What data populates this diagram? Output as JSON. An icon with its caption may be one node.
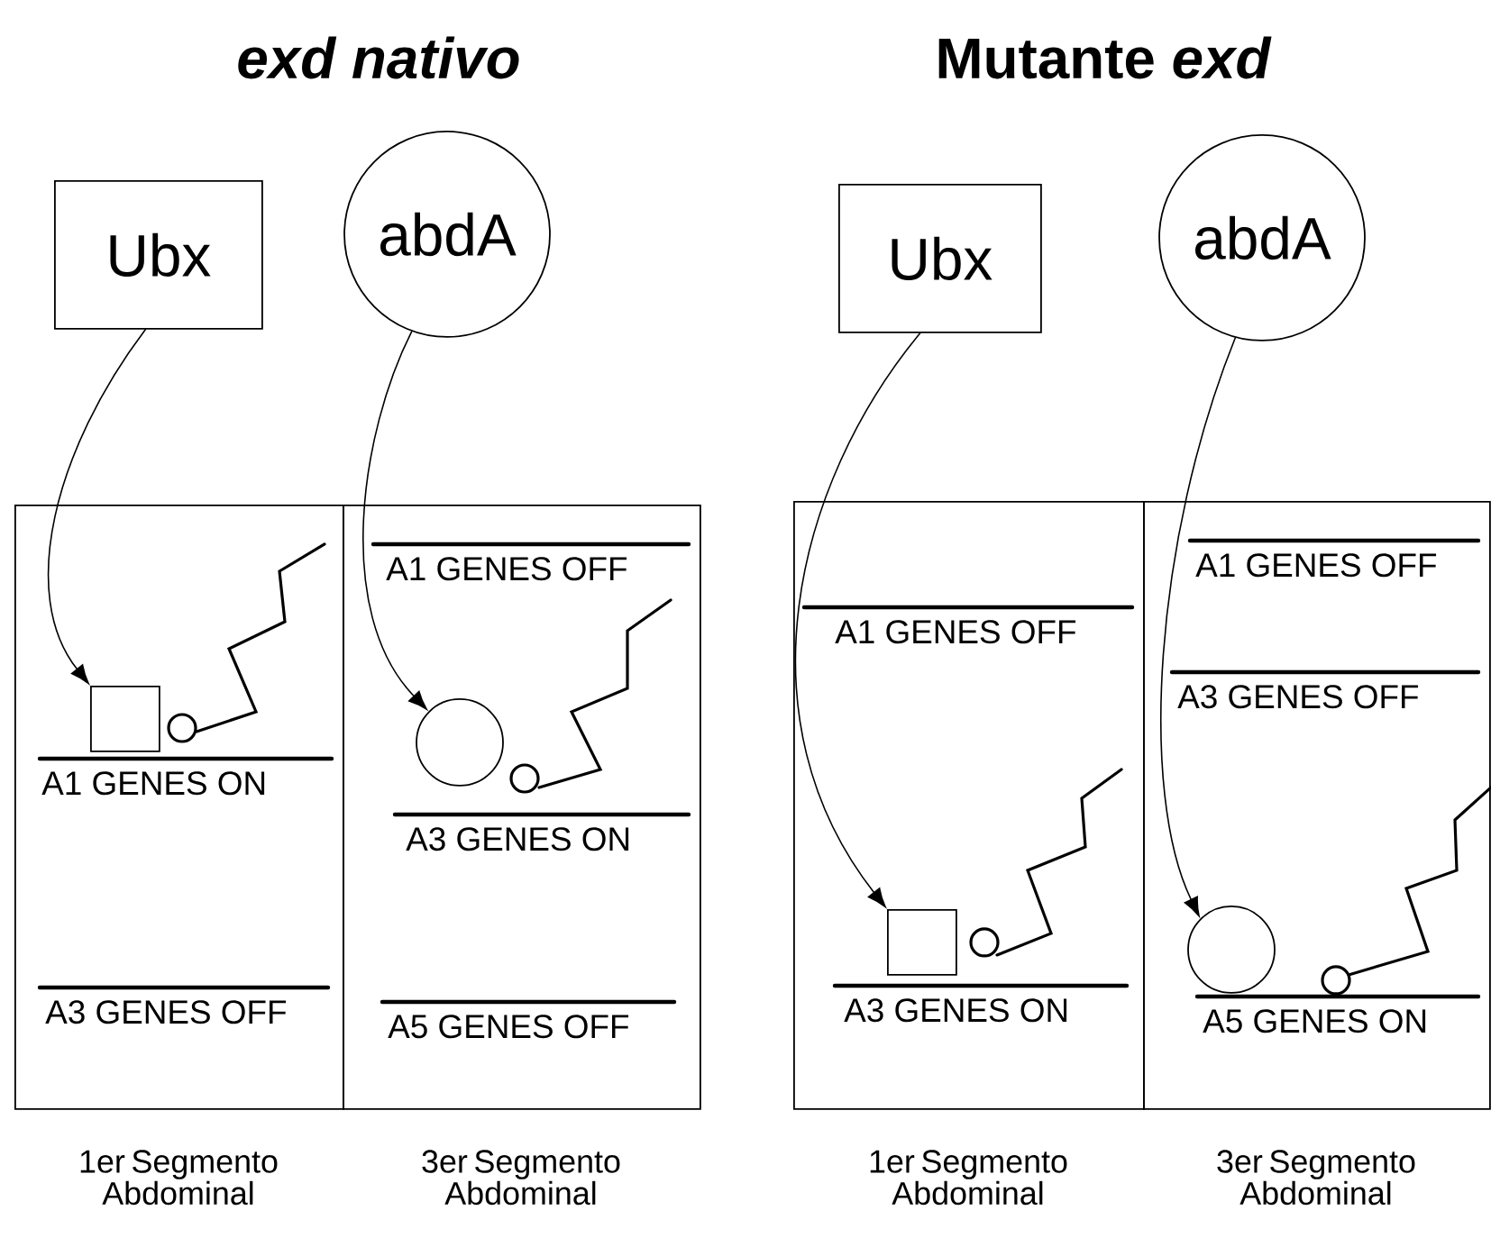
{
  "diagram": {
    "nodes": [
      {
        "text": [
          "Ubx"
        ]
      },
      {
        "text": [
          "abdA"
        ]
      },
      {
        "text": [
          "A1 GENES ON",
          "A3 GENES OFF"
        ],
        "beside": [
          "1er Segmento Abdominal"
        ]
      },
      {
        "text": [],
        "shape": "box",
        "in": 2
      },
      {
        "text": [
          "A1 GENES OFF",
          "A3 GENES ON",
          "A5 GENES OFF"
        ],
        "beside": [
          "3er Segmento Abdominal"
        ]
      },
      {
        "text": [],
        "shape": "circle",
        "in": 4
      },
      {
        "text": [
          "Ubx"
        ]
      },
      {
        "text": [
          "abdA"
        ]
      },
      {
        "text": [
          "A1 GENES OFF",
          "A3 GENES ON"
        ],
        "beside": [
          "1er Segmento Abdominal"
        ]
      },
      {
        "text": [],
        "shape": "box",
        "in": 8
      },
      {
        "text": [
          "A1 GENES OFF",
          "A3 GENES OFF",
          "A5 GENES ON"
        ],
        "beside": [
          "3er Segmento Abdominal"
        ]
      },
      {
        "text": [],
        "shape": "circle",
        "in": 10
      }
    ],
    "edges": [
      {
        "from": 0,
        "to": 3,
        "arrow": "to"
      },
      {
        "from": 1,
        "to": 5,
        "arrow": "to"
      },
      {
        "from": 6,
        "to": 9,
        "arrow": "to"
      },
      {
        "from": 7,
        "to": 11,
        "arrow": "to"
      }
    ],
    "labels": [
      "exd nativo",
      "Mutante *exd*"
    ]
  }
}
